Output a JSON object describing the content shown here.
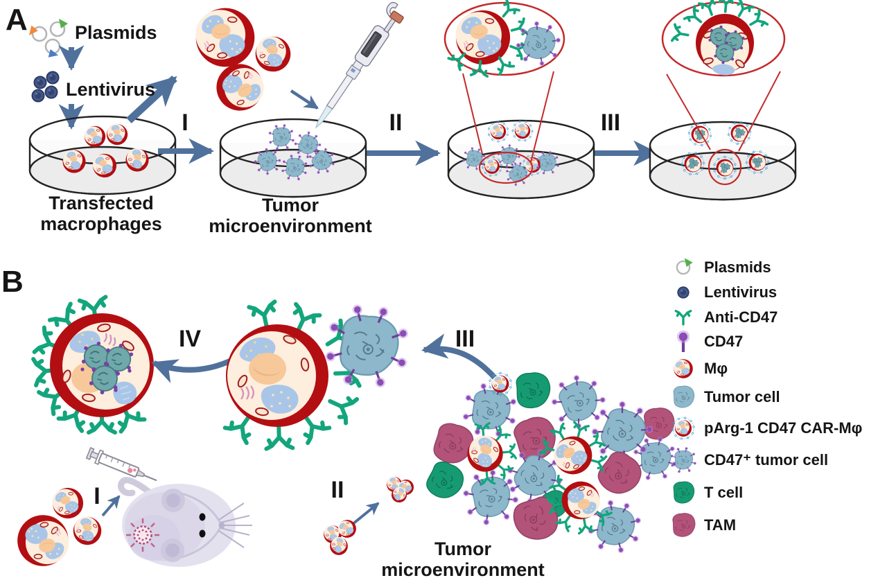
{
  "figure": {
    "panel_a": {
      "label": "A",
      "plasmids_label": "Plasmids",
      "lentivirus_label": "Lentivirus",
      "dish1_caption_l1": "Transfected",
      "dish1_caption_l2": "macrophages",
      "dish2_caption_l1": "Tumor",
      "dish2_caption_l2": "microenvironment",
      "step_i": "I",
      "step_ii": "II",
      "step_iii": "III"
    },
    "panel_b": {
      "label": "B",
      "step_i": "I",
      "step_ii": "II",
      "step_iii": "III",
      "step_iv": "IV",
      "tme_caption_l1": "Tumor",
      "tme_caption_l2": "microenvironment"
    },
    "legend": {
      "items": [
        {
          "icon": "plasmid-icon",
          "label": "Plasmids"
        },
        {
          "icon": "lentivirus-icon",
          "label": "Lentivirus"
        },
        {
          "icon": "anti-cd47-antibody-icon",
          "label": "Anti-CD47"
        },
        {
          "icon": "cd47-receptor-icon",
          "label": "CD47"
        },
        {
          "icon": "macrophage-icon",
          "label": "Mφ"
        },
        {
          "icon": "tumor-cell-icon",
          "label": "Tumor cell"
        },
        {
          "icon": "car-macrophage-icon",
          "label": "pArg-1 CD47 CAR-Mφ"
        },
        {
          "icon": "cd47-positive-tumor-cell-icon",
          "label": "CD47⁺ tumor cell"
        },
        {
          "icon": "t-cell-icon",
          "label": "T cell"
        },
        {
          "icon": "tam-icon",
          "label": "TAM"
        }
      ]
    },
    "colors": {
      "arrow_slate": "#50719b",
      "macrophage_red": "#b30e12",
      "macrophage_cream": "#fdeedd",
      "tumor_blue": "#8db7ca",
      "anti_cd47_green": "#13a57c",
      "cd47_purple": "#8a4cb5",
      "car_ring_blue": "#3f9fd8",
      "t_cell_teal": "#169a72",
      "tam_maroon": "#b35379",
      "lentivirus_navy": "#44598c",
      "inset_red": "#c32a2a",
      "mouse_lavender": "#e4e1ef"
    }
  }
}
